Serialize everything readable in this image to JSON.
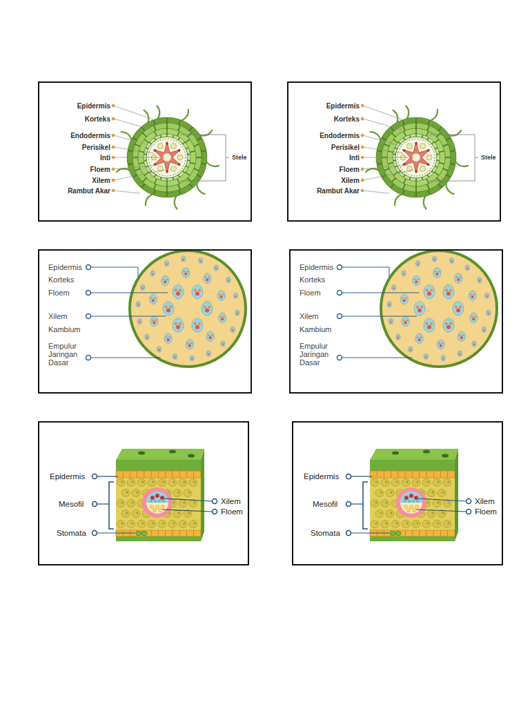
{
  "diagram": {
    "nodes": [
      {
        "text": [
          "Epidermis",
          "Korteks",
          "Endodermis",
          "Perisikel",
          "Inti",
          "Floem",
          "Xilem",
          "Rambut Akar",
          "Stele"
        ]
      },
      {
        "text": [
          "Epidermis",
          "Korteks",
          "Endodermis",
          "Perisikel",
          "Inti",
          "Floem",
          "Xilem",
          "Rambut Akar",
          "Stele"
        ]
      },
      {
        "text": [
          "Epidermis",
          "Korteks",
          "Floem",
          "Xilem",
          "Kambium",
          "Empulur Jaringan Dasar"
        ]
      },
      {
        "text": [
          "Epidermis",
          "Korteks",
          "Floem",
          "Xilem",
          "Kambium",
          "Empulur Jaringan Dasar"
        ]
      },
      {
        "text": [
          "Epidermis",
          "Mesofil",
          "Stomata",
          "Xilem",
          "Floem"
        ]
      },
      {
        "text": [
          "Epidermis",
          "Mesofil",
          "Stomata",
          "Xilem",
          "Floem"
        ]
      }
    ]
  }
}
